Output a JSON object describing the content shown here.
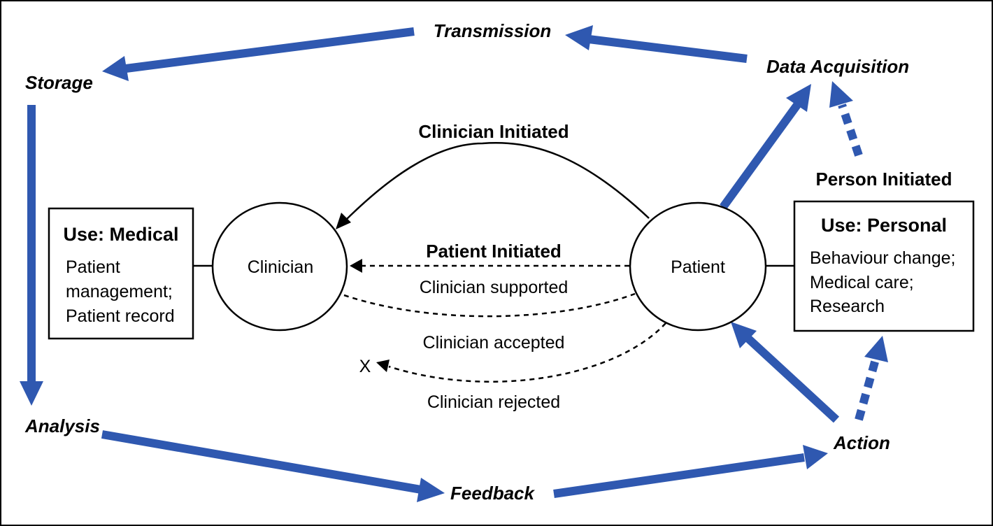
{
  "cycle": {
    "transmission": "Transmission",
    "storage": "Storage",
    "data_acquisition": "Data Acquisition",
    "analysis": "Analysis",
    "feedback": "Feedback",
    "action": "Action"
  },
  "nodes": {
    "clinician": "Clinician",
    "patient": "Patient"
  },
  "flows": {
    "clinician_initiated": "Clinician Initiated",
    "patient_initiated": "Patient Initiated",
    "person_initiated": "Person Initiated",
    "clinician_supported": "Clinician supported",
    "clinician_accepted": "Clinician accepted",
    "clinician_rejected": "Clinician rejected",
    "rejected_marker": "X"
  },
  "use_medical": {
    "title": "Use: Medical",
    "lines": [
      "Patient",
      "management;",
      "Patient record"
    ]
  },
  "use_personal": {
    "title": "Use: Personal",
    "lines": [
      "Behaviour change;",
      "Medical care;",
      "Research"
    ]
  },
  "colors": {
    "arrow_blue": "#2f58b0",
    "line_black": "#000000"
  }
}
